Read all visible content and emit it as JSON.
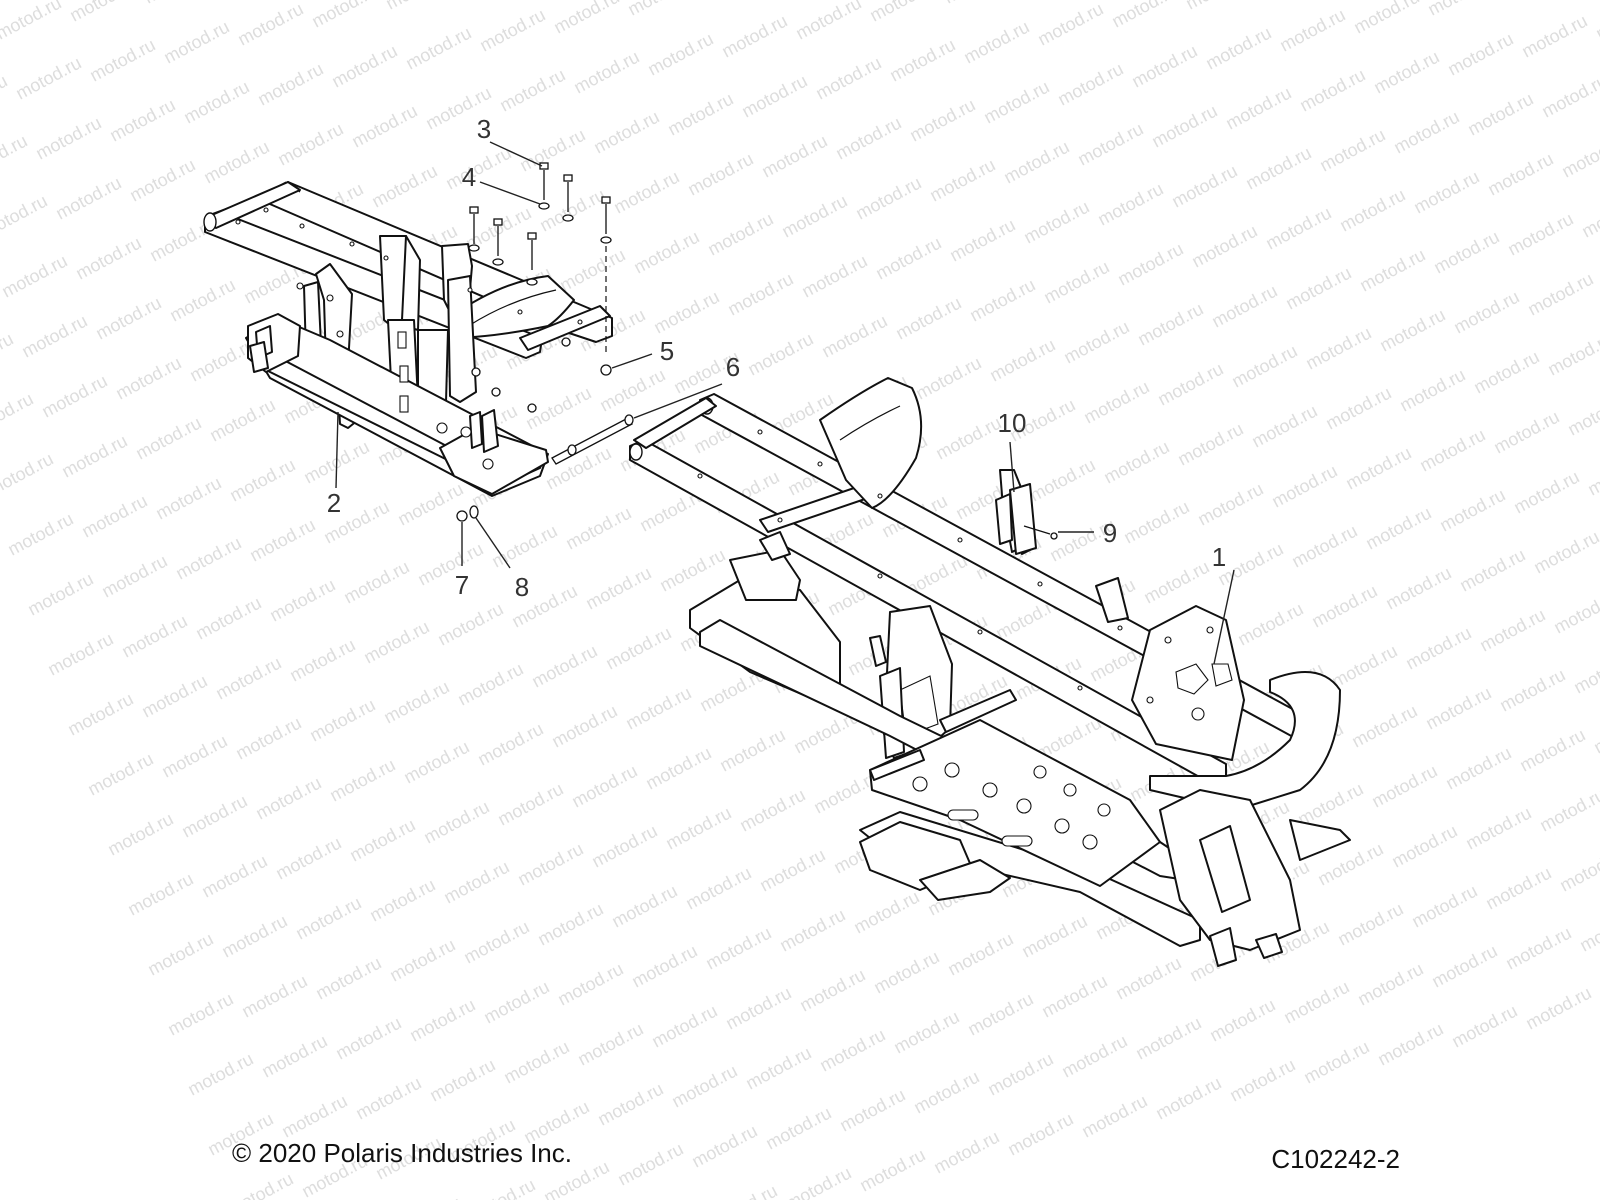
{
  "diagram": {
    "callouts": [
      "1",
      "2",
      "3",
      "4",
      "5",
      "6",
      "7",
      "8",
      "9",
      "10"
    ]
  },
  "footer": {
    "copyright": "© 2020 Polaris Industries Inc.",
    "drawing_number": "C102242-2"
  },
  "watermark": {
    "text": "motod.ru"
  },
  "colors": {
    "line": "#111111",
    "callout": "#333333",
    "watermark": "#dddddd"
  }
}
